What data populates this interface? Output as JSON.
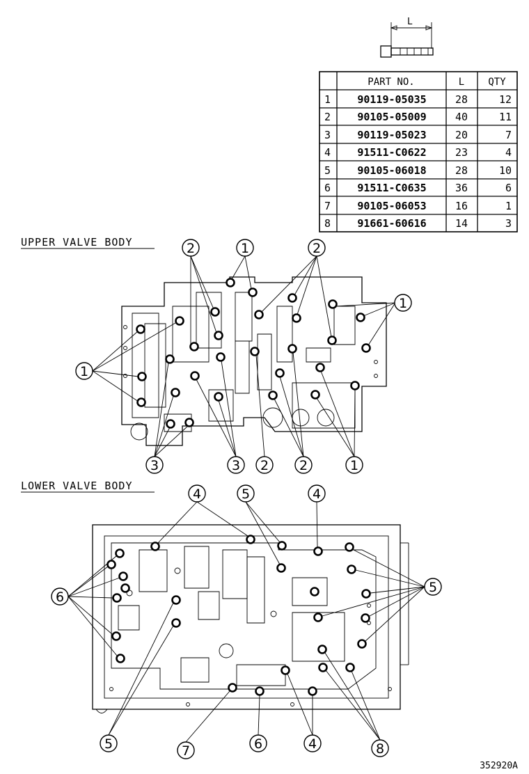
{
  "dimension_label": "L",
  "parts_table": {
    "headers": [
      "",
      "PART NO.",
      "L",
      "QTY"
    ],
    "rows": [
      {
        "item": "1",
        "part_no": "90119-05035",
        "length": "28",
        "qty": "12"
      },
      {
        "item": "2",
        "part_no": "90105-05009",
        "length": "40",
        "qty": "11"
      },
      {
        "item": "3",
        "part_no": "90119-05023",
        "length": "20",
        "qty": "7"
      },
      {
        "item": "4",
        "part_no": "91511-C0622",
        "length": "23",
        "qty": "4"
      },
      {
        "item": "5",
        "part_no": "90105-06018",
        "length": "28",
        "qty": "10"
      },
      {
        "item": "6",
        "part_no": "91511-C0635",
        "length": "36",
        "qty": "6"
      },
      {
        "item": "7",
        "part_no": "90105-06053",
        "length": "16",
        "qty": "1"
      },
      {
        "item": "8",
        "part_no": "91661-60616",
        "length": "14",
        "qty": "3"
      }
    ]
  },
  "upper_valve_body": {
    "title": "UPPER VALVE BODY",
    "callouts": [
      "2",
      "1",
      "2",
      "1",
      "1",
      "3",
      "3",
      "2",
      "2",
      "1"
    ]
  },
  "lower_valve_body": {
    "title": "LOWER VALVE BODY",
    "callouts": [
      "4",
      "5",
      "4",
      "6",
      "5",
      "5",
      "7",
      "6",
      "4",
      "8"
    ]
  },
  "figure_id": "352920A"
}
